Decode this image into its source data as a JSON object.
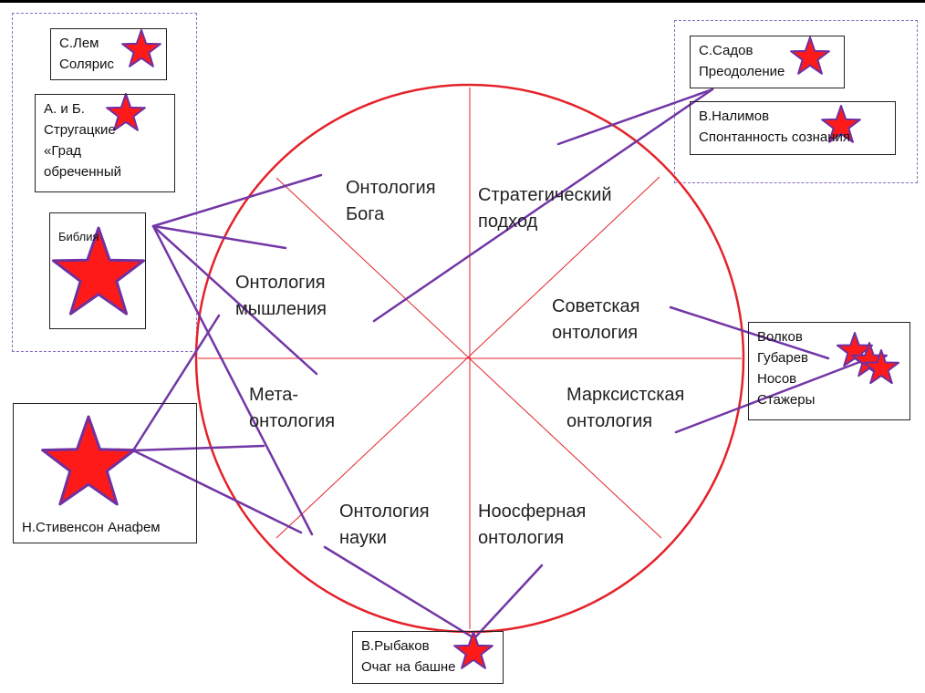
{
  "colors": {
    "circle": "#e4222a",
    "connector": "#7236a6",
    "star_fill": "#ff1a1a",
    "star_stroke": "#7030a0",
    "group_border": "#8a6bbf"
  },
  "segments": [
    {
      "id": "god",
      "lines": [
        "Онтология",
        "Бога"
      ]
    },
    {
      "id": "strategic",
      "lines": [
        "Стратегический",
        "подход"
      ]
    },
    {
      "id": "thinking",
      "lines": [
        "Онтология",
        "мышления"
      ]
    },
    {
      "id": "soviet",
      "lines": [
        "Советская",
        "онтология"
      ]
    },
    {
      "id": "meta",
      "lines": [
        "Мета-",
        "онтология"
      ]
    },
    {
      "id": "marxist",
      "lines": [
        "Марксистская",
        "онтология"
      ]
    },
    {
      "id": "science",
      "lines": [
        "Онтология",
        "науки"
      ]
    },
    {
      "id": "noosphere",
      "lines": [
        "Ноосферная",
        "онтология"
      ]
    }
  ],
  "books": {
    "lem": [
      "С.Лем",
      "Солярис"
    ],
    "strugatsky": [
      "А. и Б.",
      "Стругацкие",
      "«Град",
      "обреченный"
    ],
    "bible": [
      "Библия"
    ],
    "stephenson": [
      "Н.Стивенсон Анафем"
    ],
    "sadov": [
      "С.Садов",
      "Преодоление"
    ],
    "nalimov": [
      "В.Налимов",
      "Спонтанность сознания"
    ],
    "volkov": [
      "Волков",
      "Губарев",
      "Носов",
      "Стажеры"
    ],
    "rybakov": [
      "В.Рыбаков",
      "Очаг на башне"
    ]
  }
}
